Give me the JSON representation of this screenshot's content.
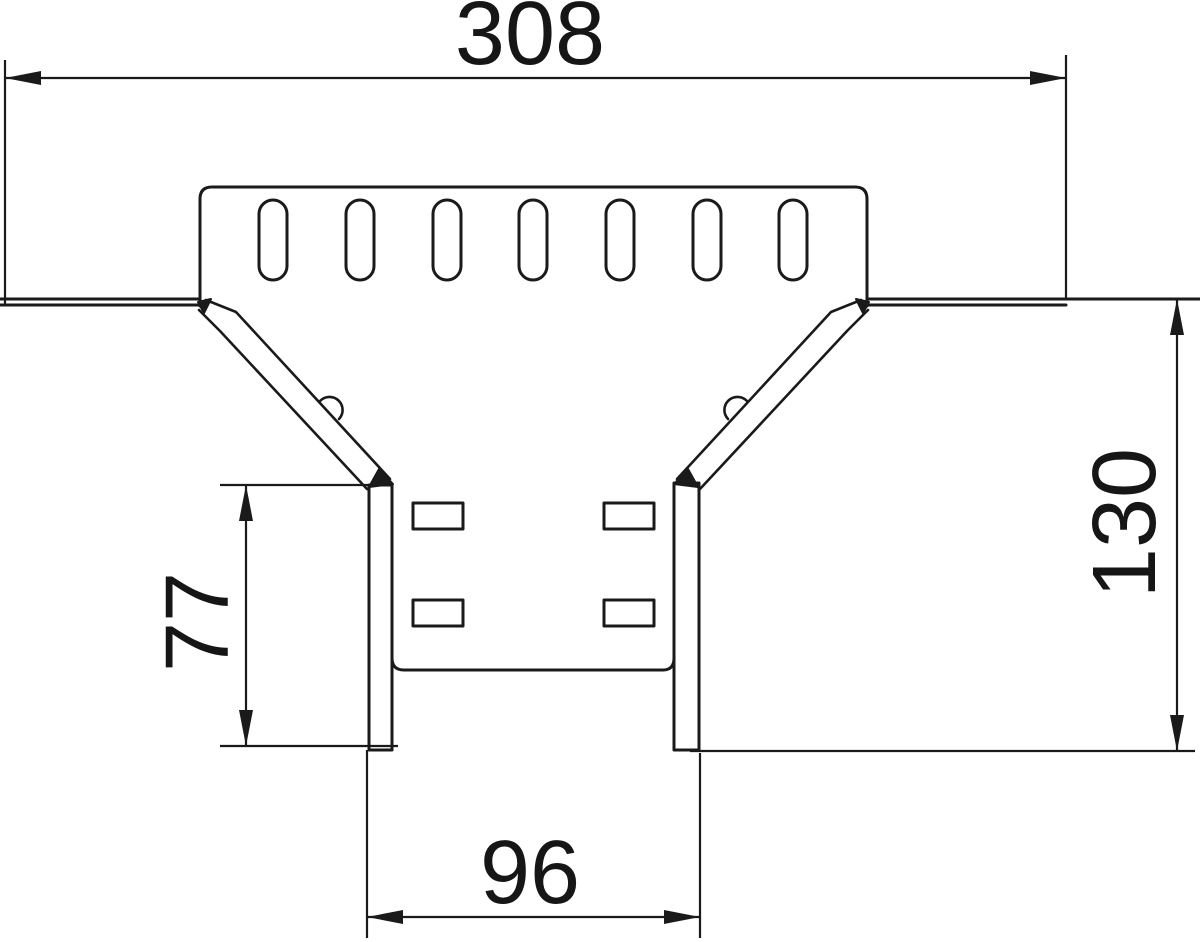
{
  "drawing": {
    "background_color": "#ffffff",
    "line_color": "#1a1a1a",
    "dimensions": {
      "total_width": "308",
      "overall_height": "130",
      "branch_flange_height": "77",
      "branch_width": "96"
    },
    "features": {
      "top_plate_slot_count": 7,
      "branch_side_hole_count": 4,
      "rivet_boss_count": 2
    }
  }
}
